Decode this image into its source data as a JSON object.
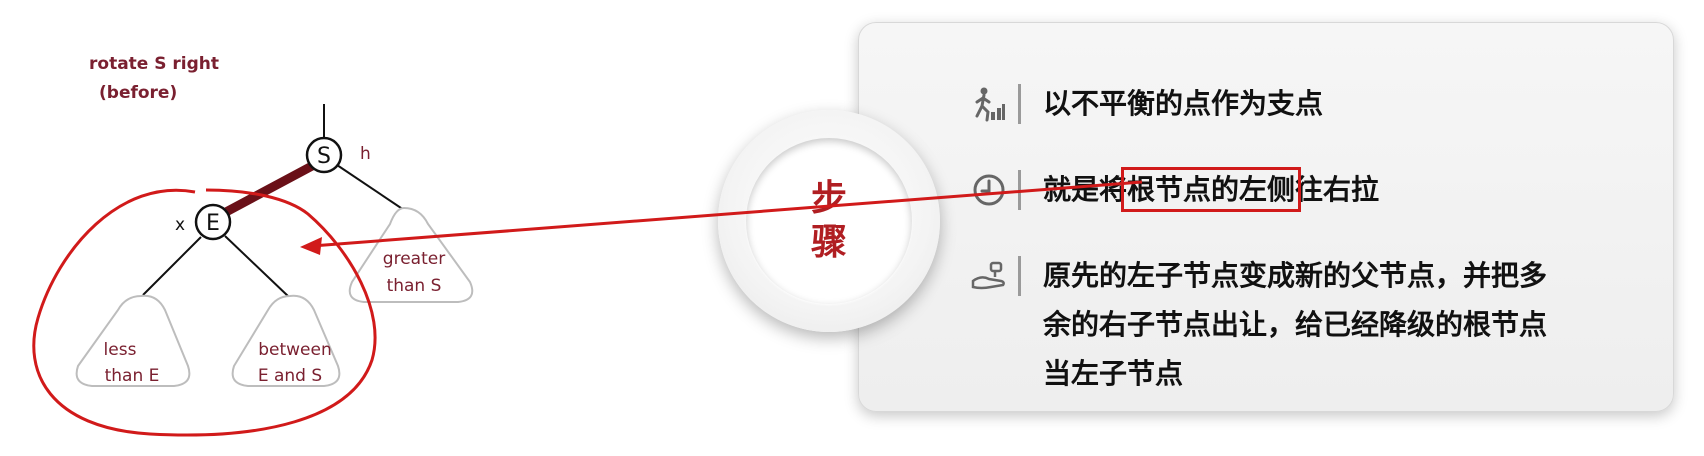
{
  "diagram": {
    "caption_line1": "rotate S right",
    "caption_line2": "(before)",
    "root_label": "S",
    "root_tag": "h",
    "child_label": "E",
    "child_tag": "x",
    "right_subtree_line1": "greater",
    "right_subtree_line2": "than S",
    "left_subtree_line1": "less",
    "left_subtree_line2": "than E",
    "mid_subtree_line1": "between",
    "mid_subtree_line2": "E and S"
  },
  "badge": {
    "char1": "步",
    "char2": "骤"
  },
  "steps": [
    {
      "icon": "climbing-person-icon",
      "text": "以不平衡的点作为支点"
    },
    {
      "icon": "clock-icon",
      "text_before": "就是将",
      "text_highlight": "根节点的左侧",
      "text_after": "往右拉"
    },
    {
      "icon": "hand-gesture-icon",
      "line1": "原先的左子节点变成新的父节点，并把多",
      "line2": "余的右子节点出让，给已经降级的根节点",
      "line3": "当左子节点"
    }
  ],
  "colors": {
    "accent_red": "#d11a1a",
    "badge_red": "#b01e22",
    "tree_label": "#7a2030",
    "highlight_link": "#6a1018"
  }
}
